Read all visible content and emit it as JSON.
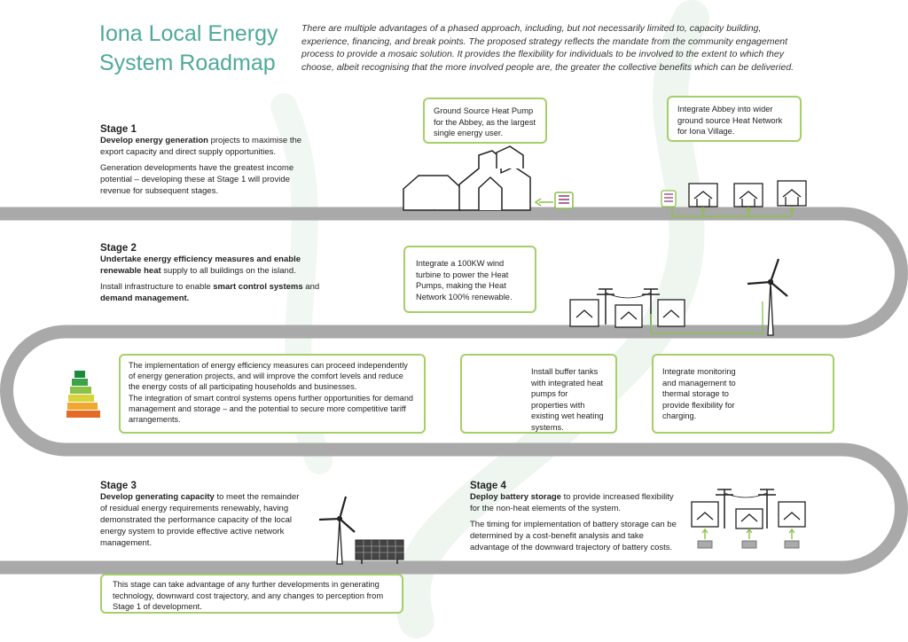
{
  "title_line1": "Iona Local Energy",
  "title_line2": "System Roadmap",
  "intro": "There are multiple advantages of a phased approach, including, but not necessarily limited to, capacity building, experience, financing, and break points. The proposed strategy reflects the mandate from the community engagement process to provide a mosaic solution. It provides the flexibility for individuals to be involved to the extent to which they choose, albeit recognising that the more involved people are, the greater the collective benefits which can be deliveried.",
  "stage1": {
    "heading": "Stage 1",
    "lead_bold": "Develop energy generation",
    "lead_rest": " projects to maximise the export capacity and direct supply opportunities.",
    "body": "Generation developments have the greatest income potential – developing these at Stage 1 will provide revenue for subsequent stages."
  },
  "stage2": {
    "heading": "Stage 2",
    "lead_bold": "Undertake energy efficiency measures and enable renewable heat",
    "lead_rest": " supply to all buildings on the island.",
    "body_a": "Install infrastructure to enable ",
    "body_b": "smart control systems",
    "body_c": " and ",
    "body_d": "demand management."
  },
  "stage3": {
    "heading": "Stage 3",
    "lead_bold": "Develop generating capacity",
    "lead_rest": " to meet the remainder of residual energy requirements renewably, having demonstrated the performance capacity of the local energy system to provide effective active network management."
  },
  "stage4": {
    "heading": "Stage 4",
    "lead_bold": "Deploy battery storage",
    "lead_rest": " to provide increased flexibility for the non-heat elements of the system.",
    "body": "The timing for implementation of battery storage can be determined by a cost-benefit analysis and take advantage of the downward trajectory of battery costs."
  },
  "boxes": {
    "ground_source": "Ground Source Heat Pump for the Abbey, as the largest single energy user.",
    "integrate_abbey": "Integrate Abbey into wider ground source Heat Network for Iona Village.",
    "wind_turbine": "Integrate a 100KW wind turbine to power the Heat Pumps, making the Heat Network 100% renewable.",
    "efficiency_p1": "The implementation of energy efficiency measures can proceed independently of energy generation projects, and will improve the comfort levels and reduce the energy costs of all participating households and businesses.",
    "efficiency_p2": "The integration of smart control systems opens further opportunities for demand management and storage – and the potential to secure more competitive tariff arrangements.",
    "buffer_tanks": "Install buffer tanks with integrated heat pumps for properties with existing wet heating systems.",
    "monitoring": "Integrate monitoring and management to thermal storage to provide flexibility for charging.",
    "stage3_note": "This stage can take advantage of any further developments in generating technology, downward cost trajectory, and any changes to perception from Stage 1 of development."
  },
  "colors": {
    "accent": "#4fa99a",
    "road": "#a9a9a9",
    "box_border": "#a6cf6a",
    "arrow": "#8cc14a"
  }
}
